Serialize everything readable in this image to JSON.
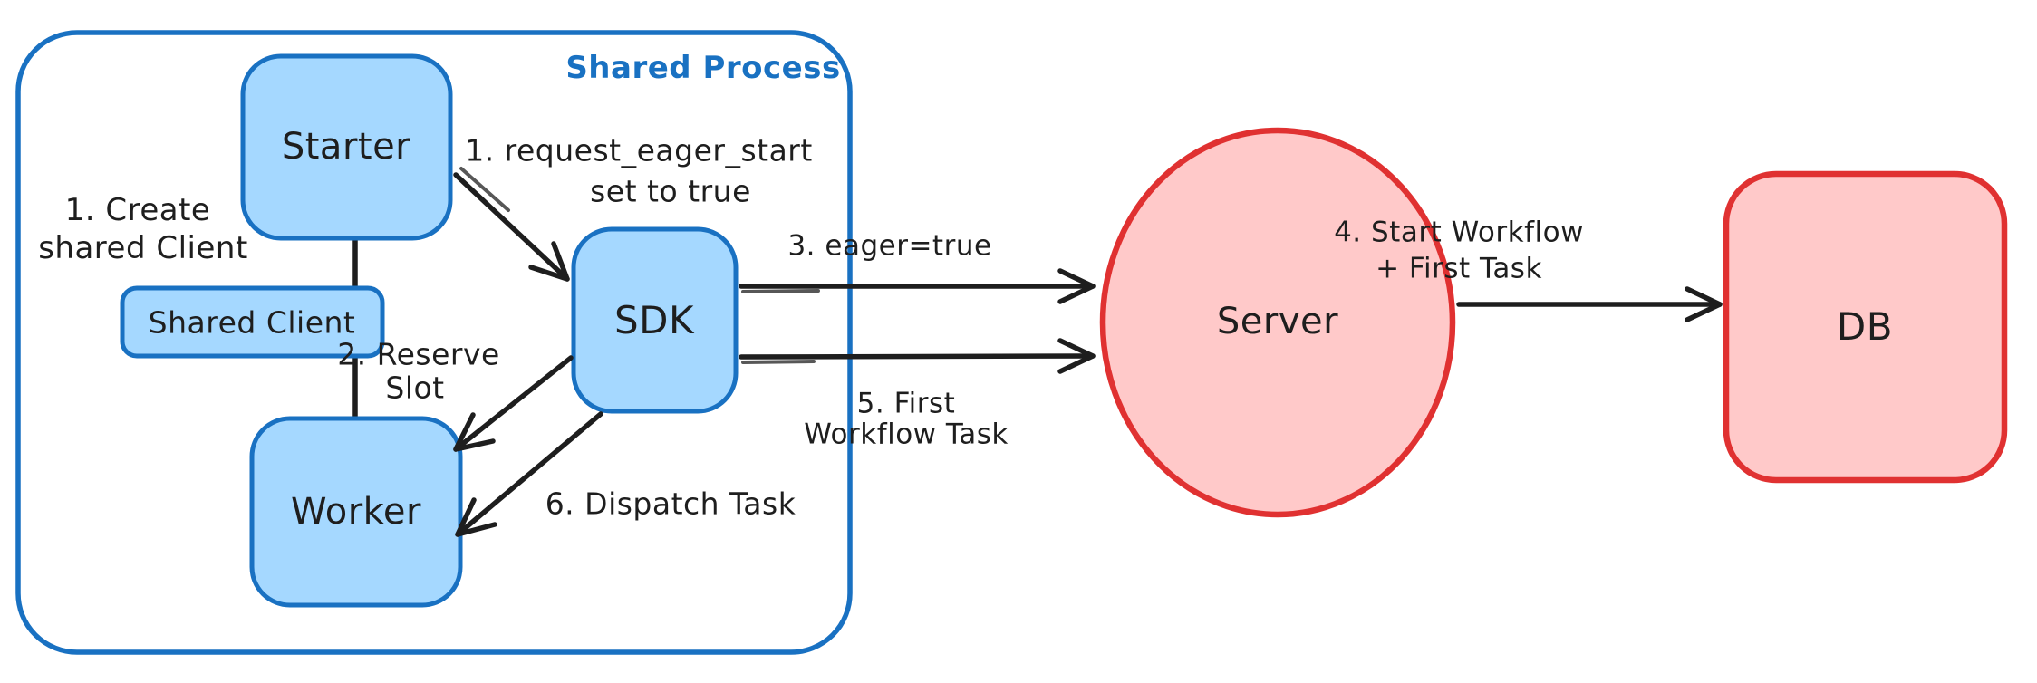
{
  "colors": {
    "blue_stroke": "#1971c2",
    "blue_fill": "#a5d8ff",
    "red_stroke": "#e03131",
    "red_fill": "#ffc9c9",
    "ink": "#1e1e1e",
    "background": "#ffffff"
  },
  "container": {
    "label": "Shared Process"
  },
  "nodes": {
    "starter": {
      "label": "Starter"
    },
    "shared_client": {
      "label": "Shared Client"
    },
    "worker": {
      "label": "Worker"
    },
    "sdk": {
      "label": "SDK"
    },
    "server": {
      "label": "Server"
    },
    "db": {
      "label": "DB"
    }
  },
  "annotations": {
    "create_shared_client": {
      "lines": [
        "1. Create",
        "shared Client"
      ]
    },
    "request_eager_start": {
      "lines": [
        "1. request_eager_start",
        "set to true"
      ]
    },
    "reserve_slot": {
      "lines": [
        "2. Reserve",
        "Slot"
      ]
    },
    "eager_true": {
      "lines": [
        "3. eager=true"
      ]
    },
    "start_workflow_first_task": {
      "lines": [
        "4. Start Workflow",
        "+ First Task"
      ]
    },
    "first_workflow_task": {
      "lines": [
        "5. First",
        "Workflow Task"
      ]
    },
    "dispatch_task": {
      "lines": [
        "6. Dispatch Task"
      ]
    }
  }
}
